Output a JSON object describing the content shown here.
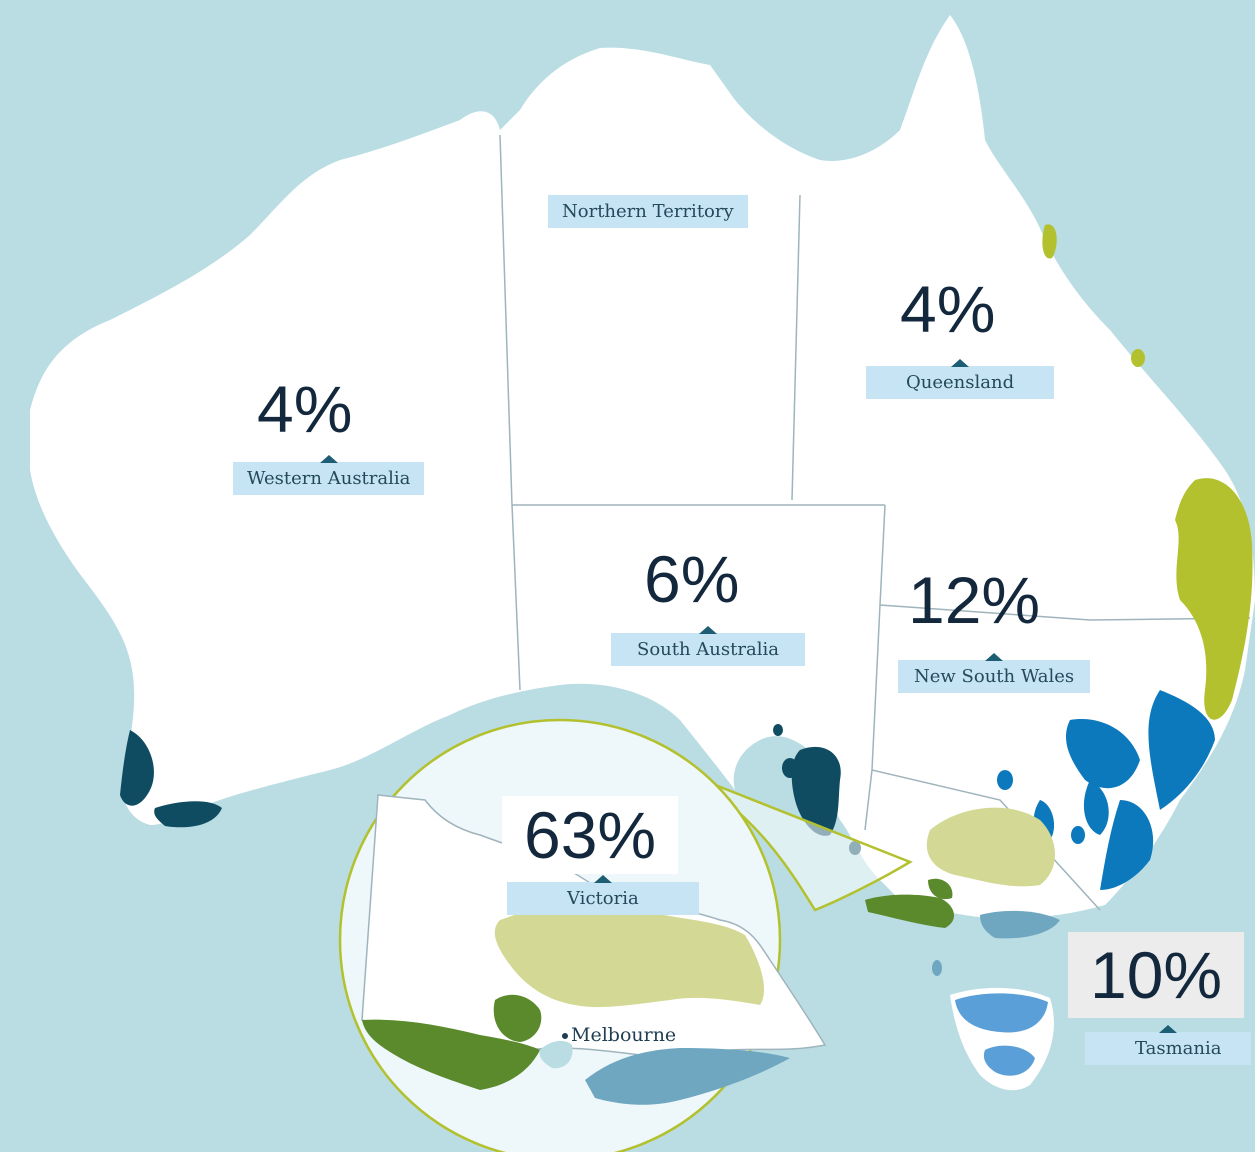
{
  "regions": [
    {
      "name": "Western Australia",
      "percent": "4%"
    },
    {
      "name": "Northern Territory",
      "percent": ""
    },
    {
      "name": "Queensland",
      "percent": "4%"
    },
    {
      "name": "South Australia",
      "percent": "6%"
    },
    {
      "name": "New South Wales",
      "percent": "12%"
    },
    {
      "name": "Victoria",
      "percent": "63%"
    },
    {
      "name": "Tasmania",
      "percent": "10%"
    }
  ],
  "city": "Melbourne",
  "colors": {
    "ocean": "#b9dde3",
    "land": "#ffffff",
    "border": "#9fb4bc",
    "label_bg": "#c6e4f3",
    "label_text": "#24495b",
    "percent_text": "#13283c",
    "lime_green": "#b3c12e",
    "pale_green": "#d3d995",
    "dark_green": "#5b8a2c",
    "dark_teal": "#0f4c62",
    "bright_blue": "#0d79bd",
    "light_blue": "#6fa7c1",
    "tas_blue": "#5a9fd8",
    "callout_border": "#b3c12e"
  }
}
